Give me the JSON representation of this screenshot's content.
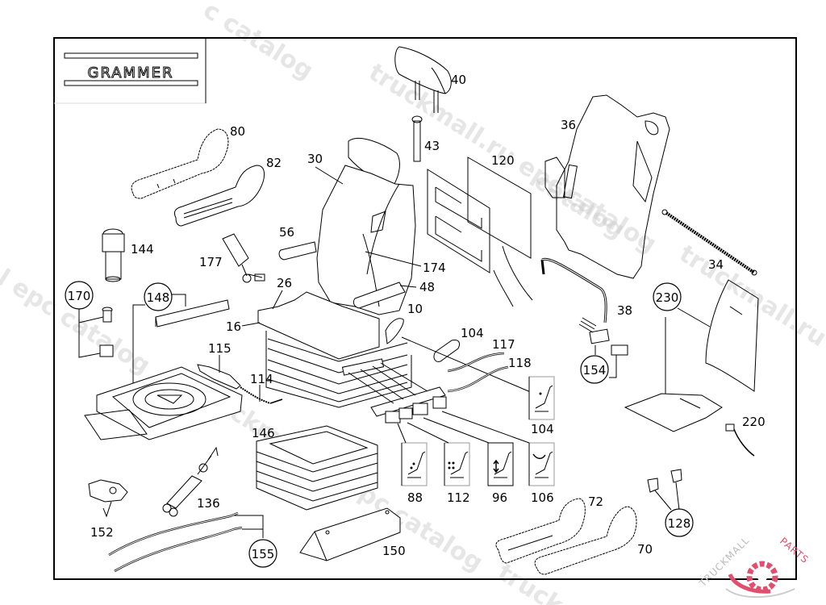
{
  "brand": {
    "logo_text": "GRAMMER"
  },
  "watermark": {
    "text": "truckmall.ru epc catalog",
    "fragments": [
      "c catalog",
      "truckmall.ru epc catalog",
      "l epc catalog",
      "truckmall.ru e",
      "catalog",
      "truckmall.ru epc catalog",
      "truck"
    ]
  },
  "corner_logo": {
    "text_left": "TRUCKMALL",
    "text_right": "PARTS",
    "accent_color": "#e0506e"
  },
  "callouts": {
    "p40": "40",
    "p43": "43",
    "p36": "36",
    "p120": "120",
    "p80": "80",
    "p82": "82",
    "p30": "30",
    "p144": "144",
    "p56": "56",
    "p177": "177",
    "p174": "174",
    "p34": "34",
    "p26": "26",
    "p48": "48",
    "p10": "10",
    "p16": "16",
    "p170": "170",
    "p148": "148",
    "p230": "230",
    "p38": "38",
    "p104a": "104",
    "p117": "117",
    "p118": "118",
    "p115": "115",
    "p114": "114",
    "p154": "154",
    "p104b": "104",
    "p220": "220",
    "p146": "146",
    "p88": "88",
    "p112": "112",
    "p96": "96",
    "p106": "106",
    "p152": "152",
    "p136": "136",
    "p72": "72",
    "p128": "128",
    "p155": "155",
    "p150": "150",
    "p70": "70"
  },
  "switch_icons": [
    {
      "id": "104",
      "symbol": "backrest-tilt"
    },
    {
      "id": "88",
      "symbol": "lumbar"
    },
    {
      "id": "112",
      "symbol": "massage"
    },
    {
      "id": "96",
      "symbol": "height"
    },
    {
      "id": "106",
      "symbol": "side-bolster"
    }
  ]
}
